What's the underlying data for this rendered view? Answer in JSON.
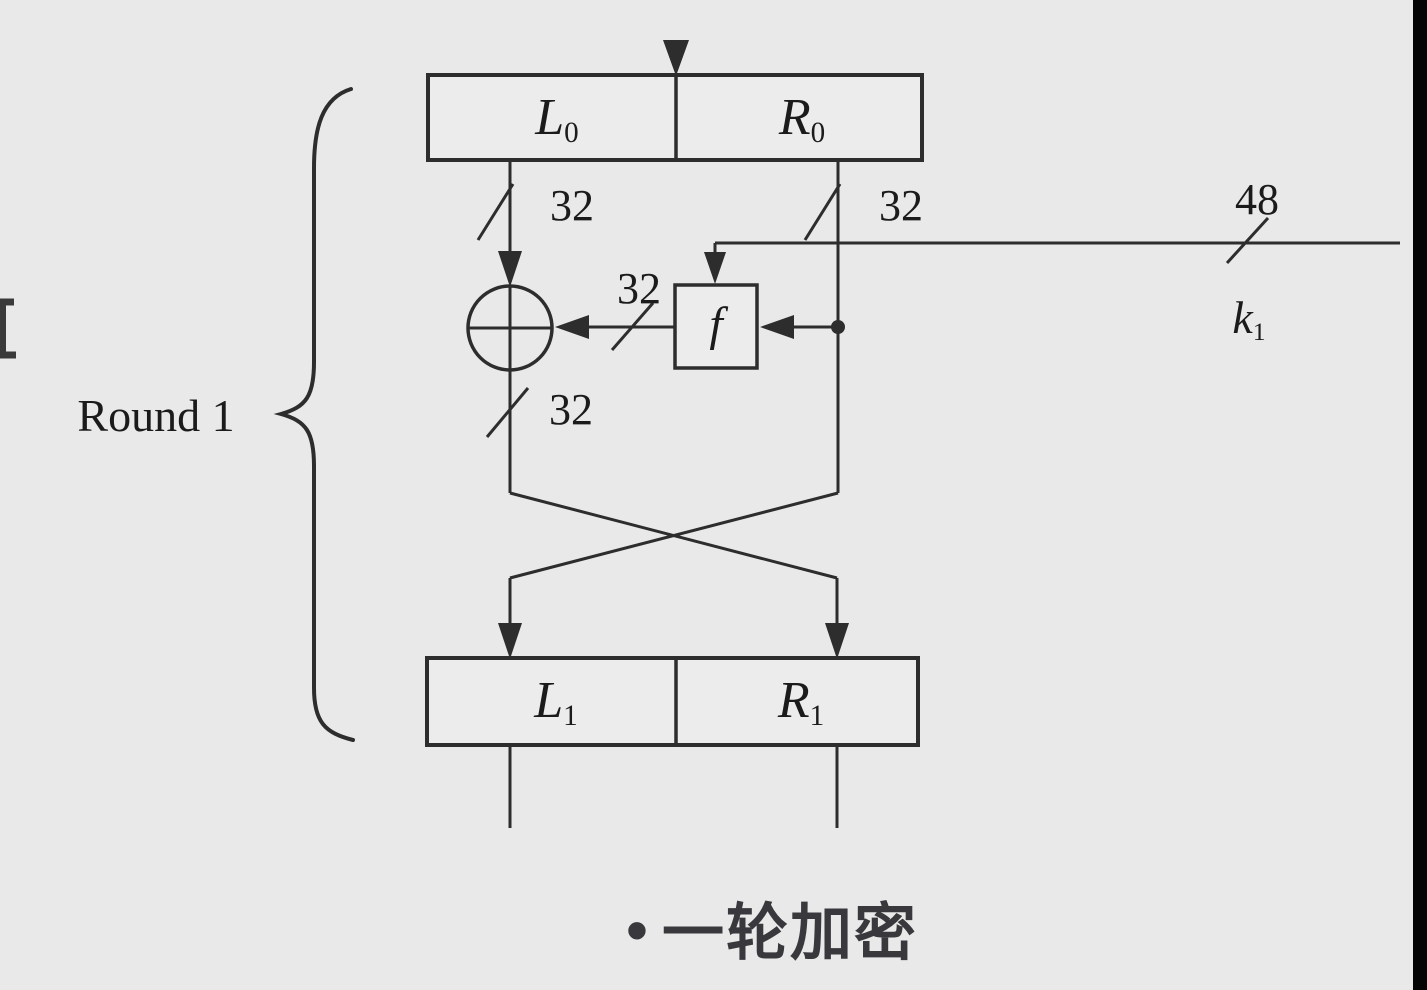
{
  "colors": {
    "background": "#e9e9e9",
    "line": "#2d2d2d",
    "text": "#1b1b1b",
    "caption": "#39393d",
    "band": "#040404",
    "box_fill": "#ececec"
  },
  "diagram": {
    "round_label": "Round 1",
    "top_register": {
      "left_main": "L",
      "left_sub": "0",
      "right_main": "R",
      "right_sub": "0"
    },
    "bottom_register": {
      "left_main": "L",
      "left_sub": "1",
      "right_main": "R",
      "right_sub": "1"
    },
    "function_label": "f",
    "key": {
      "main": "k",
      "sub": "1",
      "width": "48"
    },
    "bus_width_left": "32",
    "bus_width_right": "32",
    "bus_width_f_output": "32",
    "bus_width_after_xor": "32",
    "caption": {
      "bullet": "•",
      "text": "一轮加密"
    }
  }
}
